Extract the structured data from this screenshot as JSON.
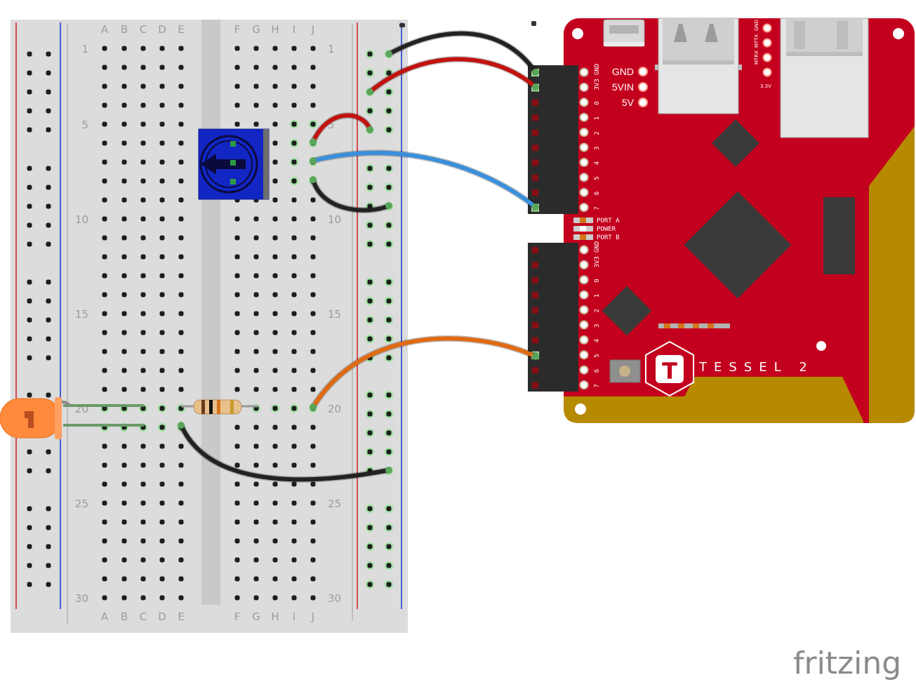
{
  "breadboard": {
    "column_letters": [
      "A",
      "B",
      "C",
      "D",
      "E",
      "F",
      "G",
      "H",
      "I",
      "J"
    ],
    "row_number_labels": [
      "1",
      "5",
      "10",
      "15",
      "20",
      "25",
      "30"
    ]
  },
  "tessel": {
    "power_labels": [
      "GND",
      "5VIN",
      "5V"
    ],
    "port_pin_labels": [
      "GND",
      "3V3",
      "0",
      "1",
      "2",
      "3",
      "4",
      "5",
      "6",
      "7"
    ],
    "status_leds": [
      "PORT A",
      "POWER",
      "PORT B"
    ],
    "usb_header_labels": [
      "MTRX",
      "MTTX",
      "GND"
    ],
    "usb_voltage_label": "3.3V",
    "brand_letter": "T",
    "brand_name": "TESSEL 2"
  },
  "watermark": "fritzing",
  "colors": {
    "board_red": "#c3001d",
    "board_gold": "#b68a00",
    "wire_black": "#222222",
    "wire_red": "#c1120e",
    "wire_blue": "#3a8fdc",
    "wire_orange": "#e06a12",
    "pot_blue": "#1226c4",
    "led_orange": "#ff8a3c",
    "rail_red": "#d4262c",
    "rail_blue": "#2040d0"
  }
}
